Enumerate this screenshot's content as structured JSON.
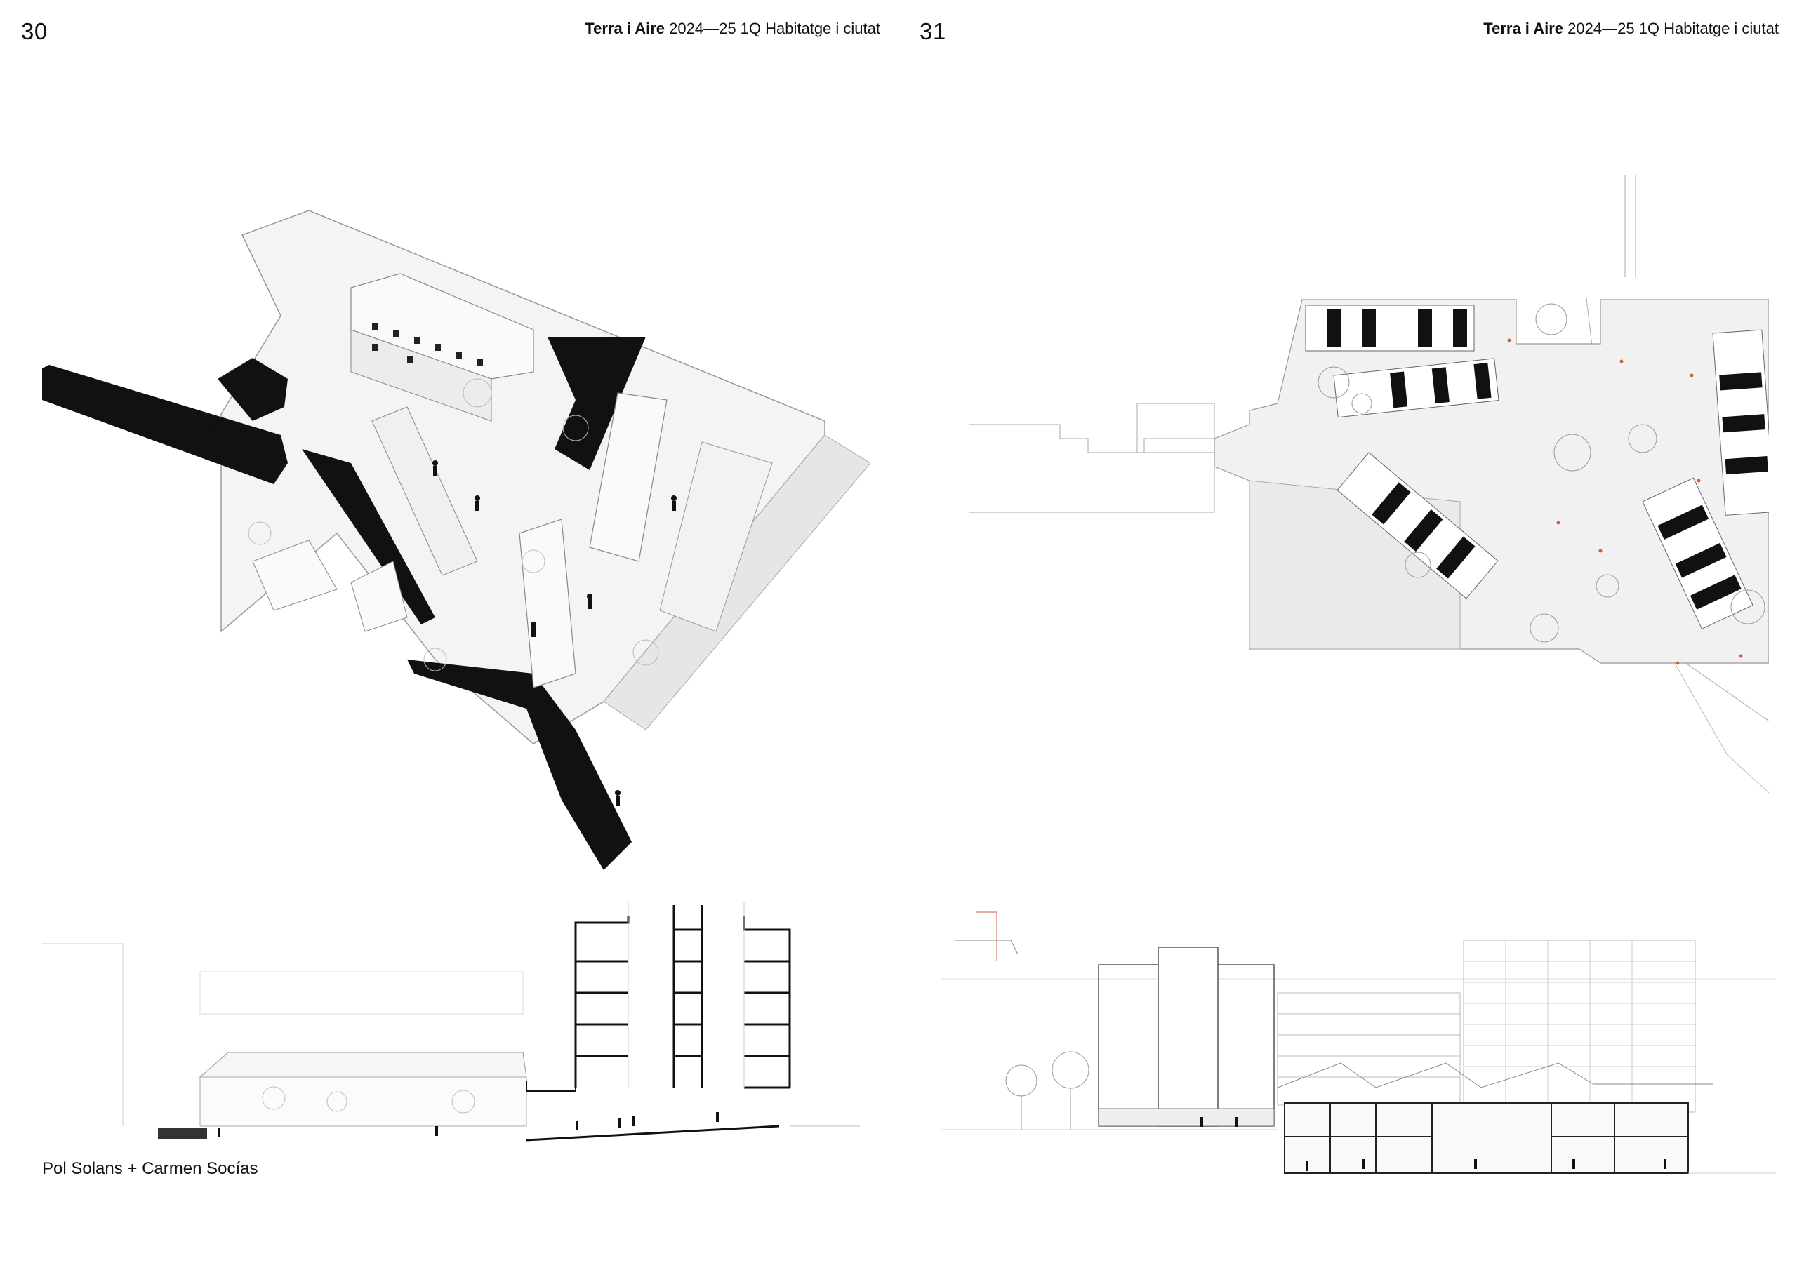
{
  "left_page": {
    "page_number": "30",
    "header": {
      "bold": "Terra i Aire",
      "regular": "2024—25 1Q Habitatge i ciutat"
    },
    "credit": "Pol Solans + Carmen Socías"
  },
  "right_page": {
    "page_number": "31",
    "header": {
      "bold": "Terra i Aire",
      "regular": "2024—25 1Q Habitatge i ciutat"
    }
  },
  "colors": {
    "ink": "#111111",
    "line": "#9a9a9a",
    "fill_light": "#efefef",
    "accent": "#c9623a"
  }
}
